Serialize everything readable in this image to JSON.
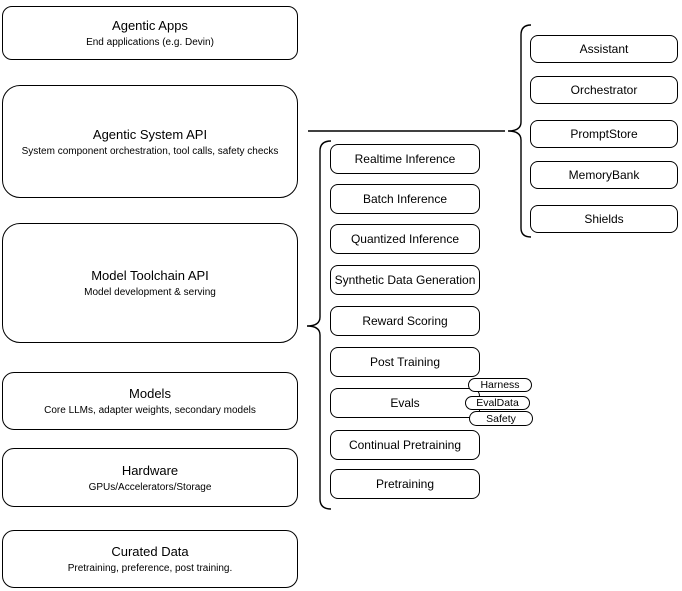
{
  "diagram": {
    "stack_layers": [
      {
        "title": "Agentic Apps",
        "subtitle": "End applications (e.g. Devin)"
      },
      {
        "title": "Agentic System API",
        "subtitle": "System component orchestration, tool calls, safety checks"
      },
      {
        "title": "Model Toolchain API",
        "subtitle": "Model development & serving"
      },
      {
        "title": "Models",
        "subtitle": "Core LLMs, adapter weights, secondary models"
      },
      {
        "title": "Hardware",
        "subtitle": "GPUs/Accelerators/Storage"
      },
      {
        "title": "Curated Data",
        "subtitle": "Pretraining, preference, post training."
      }
    ],
    "toolchain_items": [
      "Realtime Inference",
      "Batch Inference",
      "Quantized Inference",
      "Synthetic Data Generation",
      "Reward Scoring",
      "Post Training",
      "Evals",
      "Continual Pretraining",
      "Pretraining"
    ],
    "evals_badges": [
      "Harness",
      "EvalData",
      "Safety"
    ],
    "system_components": [
      "Assistant",
      "Orchestrator",
      "PromptStore",
      "MemoryBank",
      "Shields"
    ]
  },
  "colors": {
    "stroke": "#000000",
    "fill": "#ffffff",
    "text": "#000000"
  }
}
